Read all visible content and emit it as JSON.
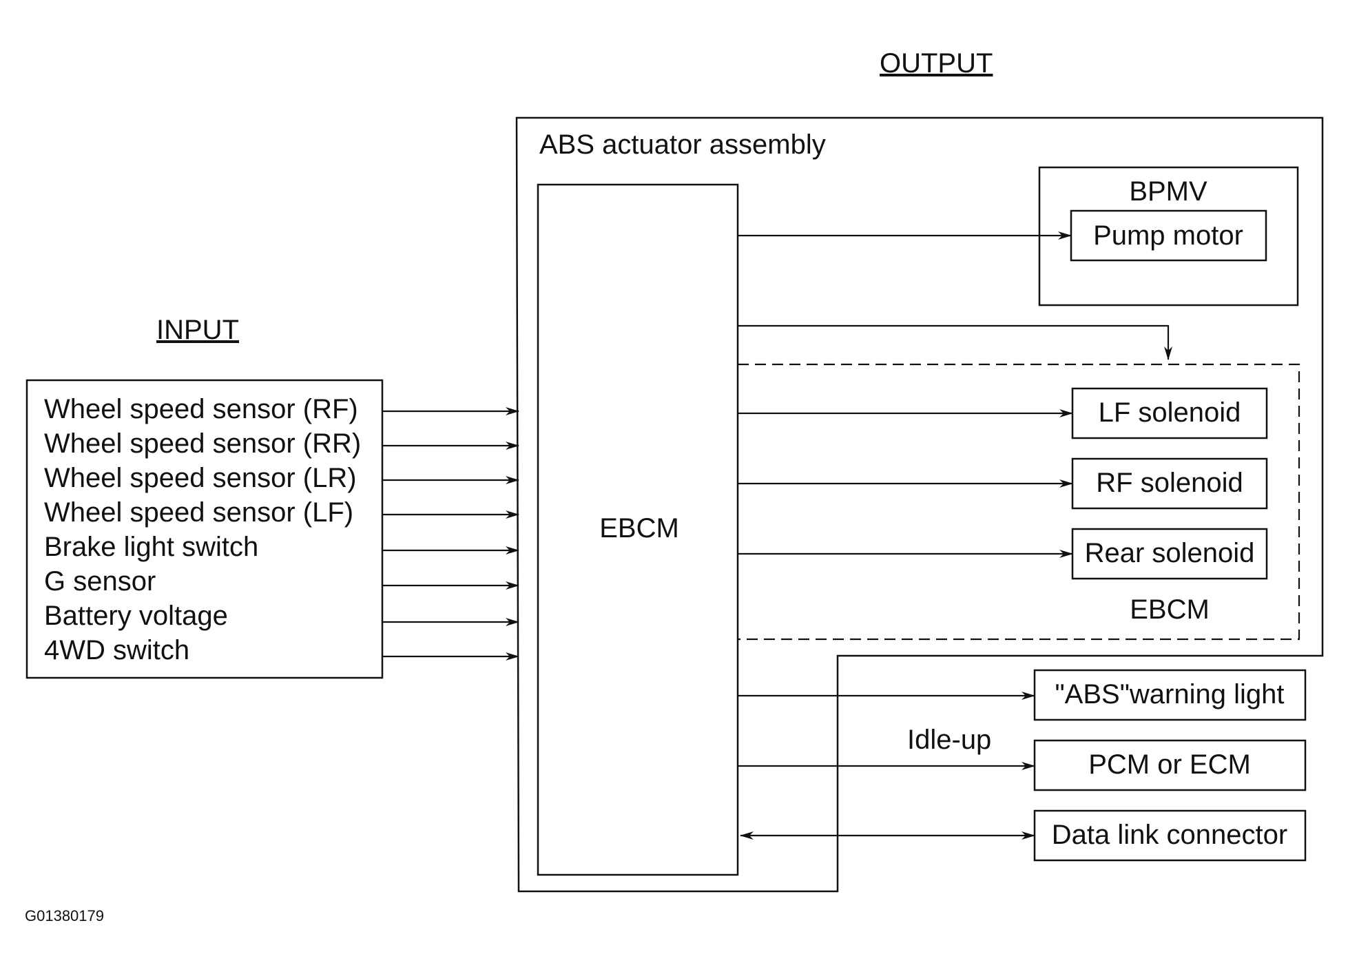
{
  "output_heading": "OUTPUT",
  "input_heading": "INPUT",
  "abs_assembly_label": "ABS actuator assembly",
  "ebcm_label": "EBCM",
  "bpmv_label": "BPMV",
  "pump_motor_label": "Pump motor",
  "solenoids": [
    "LF solenoid",
    "RF solenoid",
    "Rear solenoid"
  ],
  "solenoid_group_label": "EBCM",
  "inputs": [
    "Wheel speed sensor (RF)",
    "Wheel speed sensor (RR)",
    "Wheel speed sensor (LR)",
    "Wheel speed sensor (LF)",
    "Brake light switch",
    "G sensor",
    "Battery voltage",
    "4WD switch"
  ],
  "outputs": {
    "warning_light": "\"ABS\"warning light",
    "idle_up_label": "Idle-up",
    "pcm": "PCM or ECM",
    "data_link": "Data link connector"
  },
  "figure_id": "G01380179"
}
